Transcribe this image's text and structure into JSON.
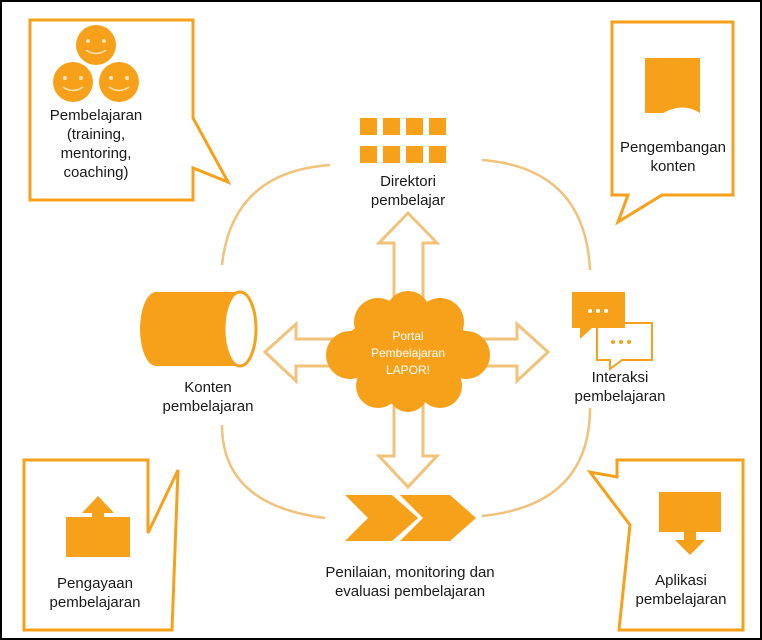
{
  "colors": {
    "accent": "#F7A11A",
    "line": "#F0C27A",
    "frame": "#000000",
    "text": "#1a1a1a",
    "cloud_text": "#ffffff"
  },
  "center": {
    "lines": [
      "Portal",
      "Pembelajaran",
      "LAPOR!"
    ]
  },
  "nodes": {
    "directory": {
      "icon": "grid-icon",
      "lines": [
        "Direktori",
        "pembelajar"
      ]
    },
    "content": {
      "icon": "cylinder-icon",
      "lines": [
        "Konten",
        "pembelajaran"
      ]
    },
    "interaction": {
      "icon": "chat-bubbles-icon",
      "lines": [
        "Interaksi",
        "pembelajaran"
      ]
    },
    "assessment": {
      "icon": "chevrons-icon",
      "lines": [
        "Penilaian, monitoring dan",
        "evaluasi pembelajaran"
      ]
    }
  },
  "callouts": {
    "learning": {
      "icon": "people-faces-icon",
      "lines": [
        "Pembelajaran",
        "(training,",
        "mentoring,",
        "coaching)"
      ]
    },
    "content_dev": {
      "icon": "document-icon",
      "lines": [
        "Pengembangan",
        "konten"
      ]
    },
    "enrichment": {
      "icon": "upload-icon",
      "lines": [
        "Pengayaan",
        "pembelajaran"
      ]
    },
    "application": {
      "icon": "download-icon",
      "lines": [
        "Aplikasi",
        "pembelajaran"
      ]
    }
  }
}
